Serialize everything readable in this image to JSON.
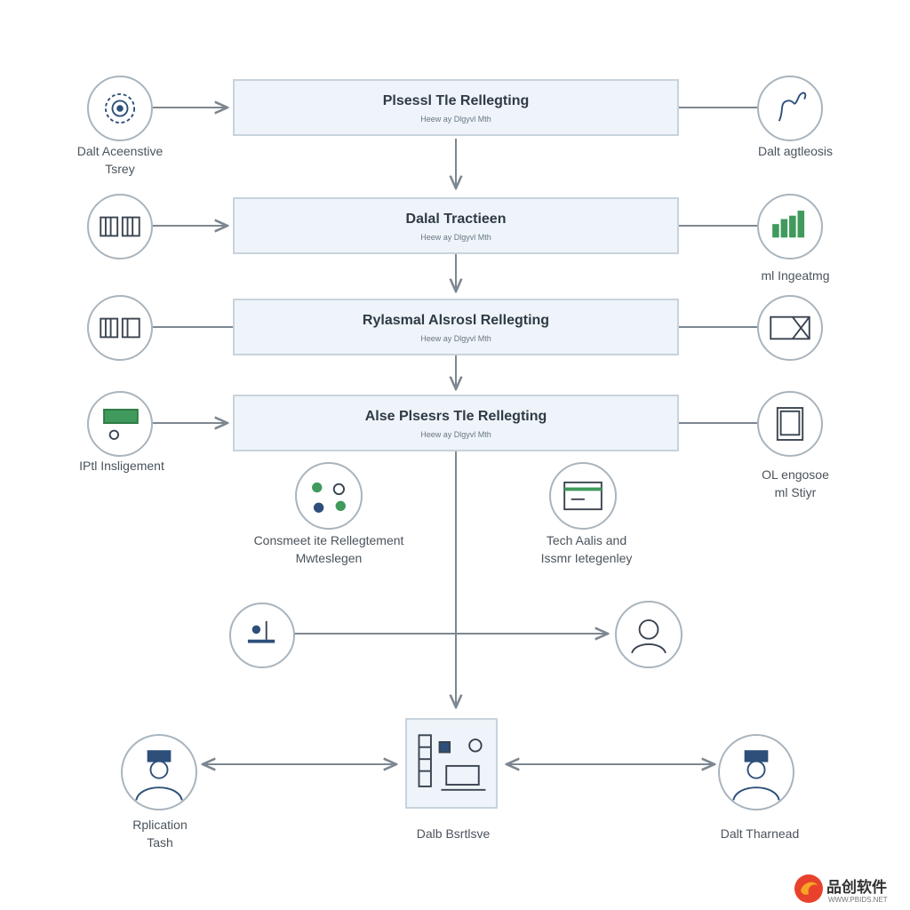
{
  "steps": [
    {
      "title": "Plsessl Tle Rellegting",
      "sub": "Heew ay Dlgyvl Mth"
    },
    {
      "title": "Dalal Tractieen",
      "sub": "Heew ay Dlgyvl Mth"
    },
    {
      "title": "Rylasmal Alsrosl Rellegting",
      "sub": "Heew ay Dlgyvl Mth"
    },
    {
      "title": "Alse Plsesrs Tle Rellegting",
      "sub": "Heew ay Dlgyvl Mth"
    }
  ],
  "labels": {
    "left_1": "Dalt Aceenstive\nTsrey",
    "right_1": "Dalt agtleosis",
    "right_2": "ml Ingeatmg",
    "left_4": "IPtl Insligement",
    "right_4": "OL engosoe\nml Stiyr",
    "mid_left": "Consmeet ite Rellegtement\nMwteslegen",
    "mid_right": "Tech Aalis and\nIssmr Ietegenley",
    "bottom_left": "Rplication\nTash",
    "bottom_center": "Dalb Bsrtlsve",
    "bottom_right": "Dalt Tharnead"
  },
  "icons": {
    "left_1": "gear-icon",
    "left_2": "server-icon",
    "left_3": "server-icon",
    "left_4": "network-panel-icon",
    "right_1": "hand-icon",
    "right_2": "bar-chart-icon",
    "right_3": "data-panel-icon",
    "right_4": "tablet-icon",
    "mid_left": "network-nodes-icon",
    "mid_right": "monitor-window-icon",
    "row_left": "user-desk-icon",
    "row_right": "user-avatar-icon",
    "bottom_left": "person-icon",
    "bottom_center": "data-panel-icon",
    "bottom_right": "person-icon"
  },
  "colors": {
    "line": "#7d8790",
    "box_fill": "#eef4f9",
    "box_border": "#c7d3dd",
    "accent_green": "#3f9a5c",
    "accent_blue": "#2d4f7a"
  },
  "logo": {
    "name": "品创软件",
    "url": "WWW.PBIDS.NET"
  }
}
